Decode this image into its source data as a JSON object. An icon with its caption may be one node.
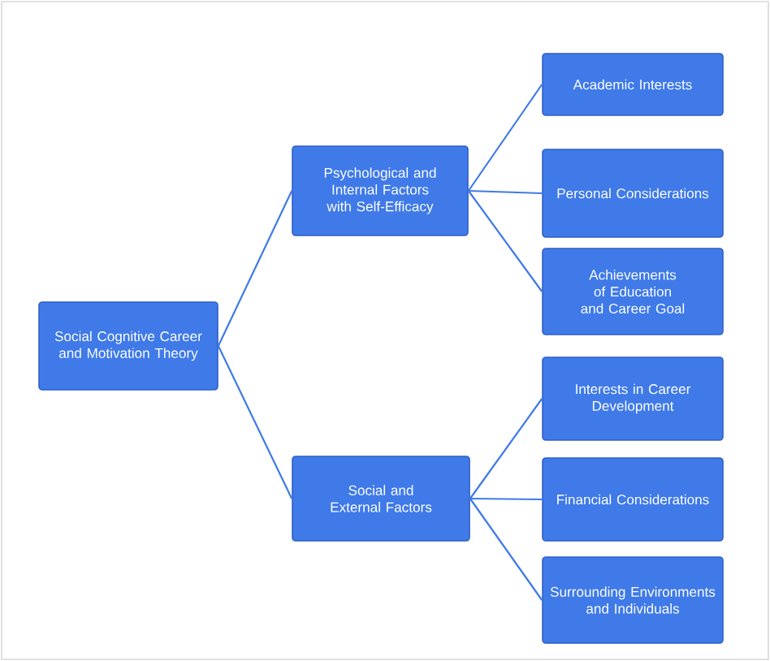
{
  "diagram": {
    "nodes": [
      {
        "text": [
          "Social Cognitive Career and Motivation Theory"
        ]
      },
      {
        "text": [
          "Psychological and Internal Factors with Self-Efficacy"
        ]
      },
      {
        "text": [
          "Social and External Factors"
        ]
      },
      {
        "text": [
          "Academic Interests"
        ]
      },
      {
        "text": [
          "Personal Considerations"
        ]
      },
      {
        "text": [
          "Achievements of Education and Career Goal"
        ]
      },
      {
        "text": [
          "Interests in Career Development"
        ]
      },
      {
        "text": [
          "Financial Considerations"
        ]
      },
      {
        "text": [
          "Surrounding Environments and Individuals"
        ]
      }
    ],
    "edges": [
      {
        "from": 0,
        "to": 1,
        "arrow": "none"
      },
      {
        "from": 0,
        "to": 2,
        "arrow": "none"
      },
      {
        "from": 1,
        "to": 3,
        "arrow": "none"
      },
      {
        "from": 1,
        "to": 4,
        "arrow": "none"
      },
      {
        "from": 1,
        "to": 5,
        "arrow": "none"
      },
      {
        "from": 2,
        "to": 6,
        "arrow": "none"
      },
      {
        "from": 2,
        "to": 7,
        "arrow": "none"
      },
      {
        "from": 2,
        "to": 8,
        "arrow": "none"
      }
    ]
  }
}
